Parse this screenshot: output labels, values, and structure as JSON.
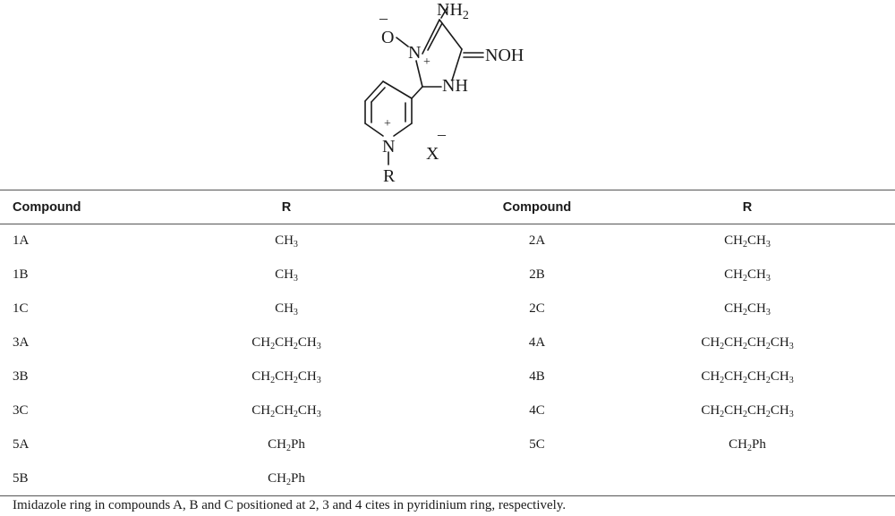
{
  "structure": {
    "nh2": "NH2",
    "o_minus_charge": "–",
    "o_label": "O",
    "ring_n_label": "N",
    "plus_charge": "+",
    "noh": "NOH",
    "nh": "NH",
    "pyridinium_n": "N",
    "pyridinium_plus": "+",
    "r_label": "R",
    "x_label": "X",
    "x_charge": "–"
  },
  "table": {
    "headers": [
      "Compound",
      "R",
      "Compound",
      "R"
    ],
    "rows": [
      [
        "1A",
        "CH_3",
        "2A",
        "CH_2CH_3"
      ],
      [
        "1B",
        "CH_3",
        "2B",
        "CH_2CH_3"
      ],
      [
        "1C",
        "CH_3",
        "2C",
        "CH_2CH_3"
      ],
      [
        "3A",
        "CH_2CH_2CH_3",
        "4A",
        "CH_2CH_2CH_2CH_3"
      ],
      [
        "3B",
        "CH_2CH_2CH_3",
        "4B",
        "CH_2CH_2CH_2CH_3"
      ],
      [
        "3C",
        "CH_2CH_2CH_3",
        "4C",
        "CH_2CH_2CH_2CH_3"
      ],
      [
        "5A",
        "CH_2Ph",
        "5C",
        "CH_2Ph"
      ],
      [
        "5B",
        "CH_2Ph",
        "",
        ""
      ]
    ]
  },
  "footnote": "Imidazole ring in compounds A, B and C positioned at 2, 3 and 4 cites in pyridinium ring, respectively."
}
